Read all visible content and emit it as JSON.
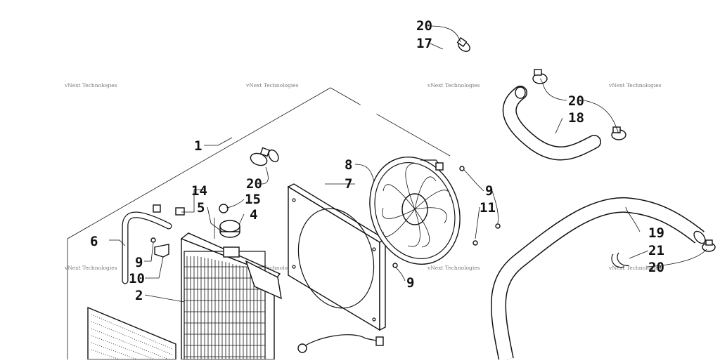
{
  "diagram": {
    "watermark_text": "vNext Technologies",
    "callouts": {
      "c1": "1",
      "c2": "2",
      "c4": "4",
      "c5": "5",
      "c6": "6",
      "c7": "7",
      "c8": "8",
      "c9a": "9",
      "c9b": "9",
      "c9c": "9",
      "c10": "10",
      "c11": "11",
      "c14": "14",
      "c15": "15",
      "c17": "17",
      "c18": "18",
      "c19": "19",
      "c20a": "20",
      "c20b": "20",
      "c20c": "20",
      "c20d": "20",
      "c21": "21"
    }
  }
}
